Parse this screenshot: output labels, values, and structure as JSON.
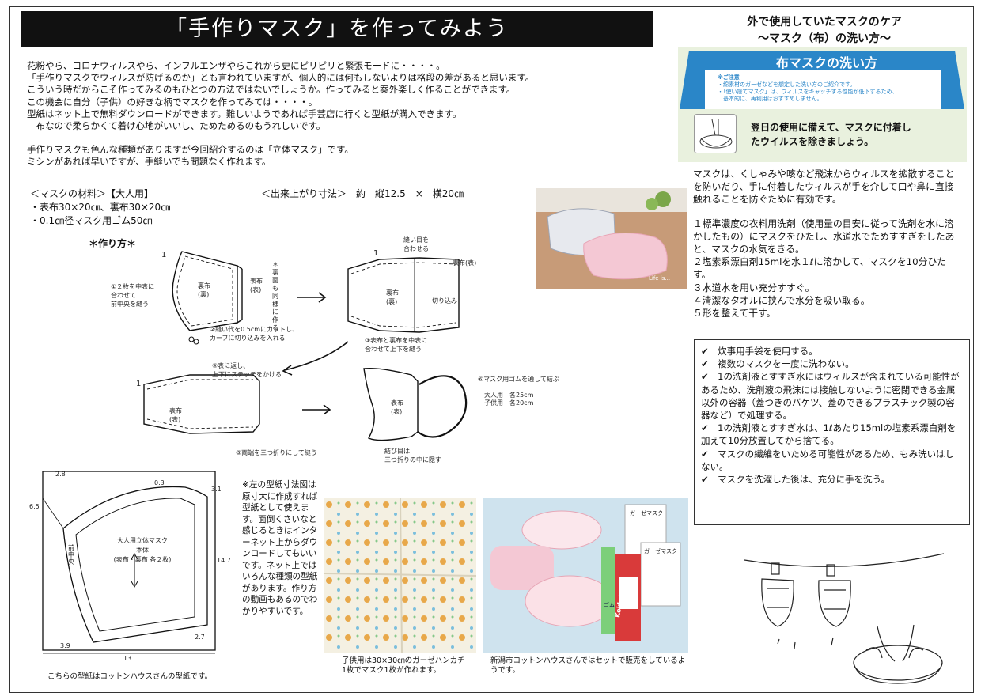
{
  "title": "「手作りマスク」を作ってみよう",
  "intro": [
    "花粉やら、コロナウィルスやら、インフルエンザやらこれから更にピリピリと緊張モードに・・・・。",
    "「手作りマスクでウィルスが防げるのか」とも言われていますが、個人的には何もしないよりは格段の差があると思います。",
    "こういう時だからこそ作ってみるのもひとつの方法ではないでしょうか。作ってみると案外楽しく作ることができます。",
    "この機会に自分（子供）の好きな柄でマスクを作ってみては・・・・。",
    "型紙はネット上で無料ダウンロードができます。難しいようであれば手芸店に行くと型紙が購入できます。",
    "　布なので柔らかくて着け心地がいいし、ためためるのもうれしいです。"
  ],
  "intro2": [
    "手作りマスクも色んな種類がありますが今回紹介するのは「立体マスク」です。",
    "ミシンがあれば早いですが、手縫いでも問題なく作れます。"
  ],
  "materials": {
    "heading": "＜マスクの材料＞【大人用】",
    "items": [
      "・表布30×20㎝、裏布30×20㎝",
      "・0.1㎝径マスク用ゴム50㎝"
    ],
    "finished": "＜出来上がり寸法＞　約　縦12.5　×　横20㎝"
  },
  "steps": {
    "heading": "＊作り方＊",
    "s1": "①２枚を中表に\n合わせて\n前中央を縫う",
    "s2": "②縫い代を0.5cmにカットし、\nカーブに切り込みを入れる",
    "s3": "③表布と裏布を中表に\n合わせて上下を縫う",
    "s4": "④表に返し、\n上下にステッチをかける",
    "s5": "⑤両端を三つ折りにして縫う",
    "s6": "⑥マスク用ゴムを通して結ぶ",
    "sizes": [
      "大人用　各25cm",
      "子供用　各20cm"
    ],
    "knot": "結び目は\n三つ折りの中に隠す",
    "seam": "縫い目を\n合わせる",
    "cut": "切り込み",
    "outer": "表布(表)",
    "outer_short": "表布\n(表)",
    "inner": "裏布\n(裏)",
    "inner_back": "裏布\n(裏)",
    "note_back": "＊裏面も同様に作る",
    "one": "1"
  },
  "pattern": {
    "label1": "大人用立体マスク",
    "label2": "本体",
    "label3": "(表布・裏布 各２枚)",
    "front_center": "前\n中\n央",
    "dims": [
      "2.8",
      "0.3",
      "3.1",
      "6.5",
      "14.7",
      "2.7",
      "3.9",
      "13"
    ],
    "caption": "こちらの型紙はコットンハウスさんの型紙です。"
  },
  "pattern_note": "※左の型紙寸法図は原寸大に作成すれば型紙として使えます。面倒くさいなと感じるときはインターネット上からダウンロードしてもいいです。ネット上ではいろんな種類の型紙があります。作り方の動画もあるのでわかりやすいです。",
  "photo_caption_1": "子供用は30×30㎝のガーゼハンカチ1枚でマスク1枚が作れます。",
  "photo_caption_2": "新潟市コットンハウスさんではセットで販売をしているようです。",
  "photo_text": {
    "lifeis": "Life is...",
    "gauze1": "ガーゼマスク",
    "gauze2": "ガーゼマスク",
    "rubber": "ゴム",
    "kokka": "KokkaTape"
  },
  "right_title": [
    "外で使用していたマスクのケア",
    "～マスク（布）の洗い方～"
  ],
  "poster": {
    "title": "布マスクの洗い方",
    "note_head": "※ご注意",
    "note1": "・綿素材のガーゼなどを想定した洗い方のご紹介です。",
    "note2": "・「使い捨てマスク」は、ウィルスをキャッチする性能が低下するため、",
    "note3": "　基本的に、再利用はおすすめしません。",
    "message": "翌日の使用に備えて、マスクに付着し\nたウイルスを除きましょう。"
  },
  "care_text": [
    "マスクは、くしゃみや咳など飛沫からウィルスを拡散することを防いだり、手に付着したウィルスが手を介して口や鼻に直接触れることを防ぐために有効です。",
    "１標準濃度の衣料用洗剤（使用量の目安に従って洗剤を水に溶かしたもの）にマスクをひたし、水道水でためすすぎをしたあと、マスクの水気をきる。",
    "２塩素系漂白剤15mlを水１ℓに溶かして、マスクを10分ひたす。",
    "３水道水を用い充分すすぐ。",
    "４清潔なタオルに挟んで水分を吸い取る。",
    "５形を整えて干す。"
  ],
  "checklist": [
    "　炊事用手袋を使用する。",
    "　複数のマスクを一度に洗わない。",
    "　1の洗剤液とすすぎ水にはウィルスが含まれている可能性があるため、洗剤液の飛沫には接触しないように密閉できる金属以外の容器（蓋つきのバケツ、蓋のできるプラスチック製の容器など）で処理する。",
    "　1の洗剤液とすすぎ水は、1ℓあたり15mlの塩素系漂白剤を加えて10分放置してから捨てる。",
    "　マスクの繊維をいためる可能性があるため、もみ洗いはしない。",
    "　マスクを洗濯した後は、充分に手を洗う。"
  ],
  "check_mark": "✔",
  "colors": {
    "poster_blue": "#2a86c8",
    "poster_green": "#e9f1de",
    "fabric_pink": "#f4c8d4",
    "gauze_dot": "#e8a84a"
  }
}
